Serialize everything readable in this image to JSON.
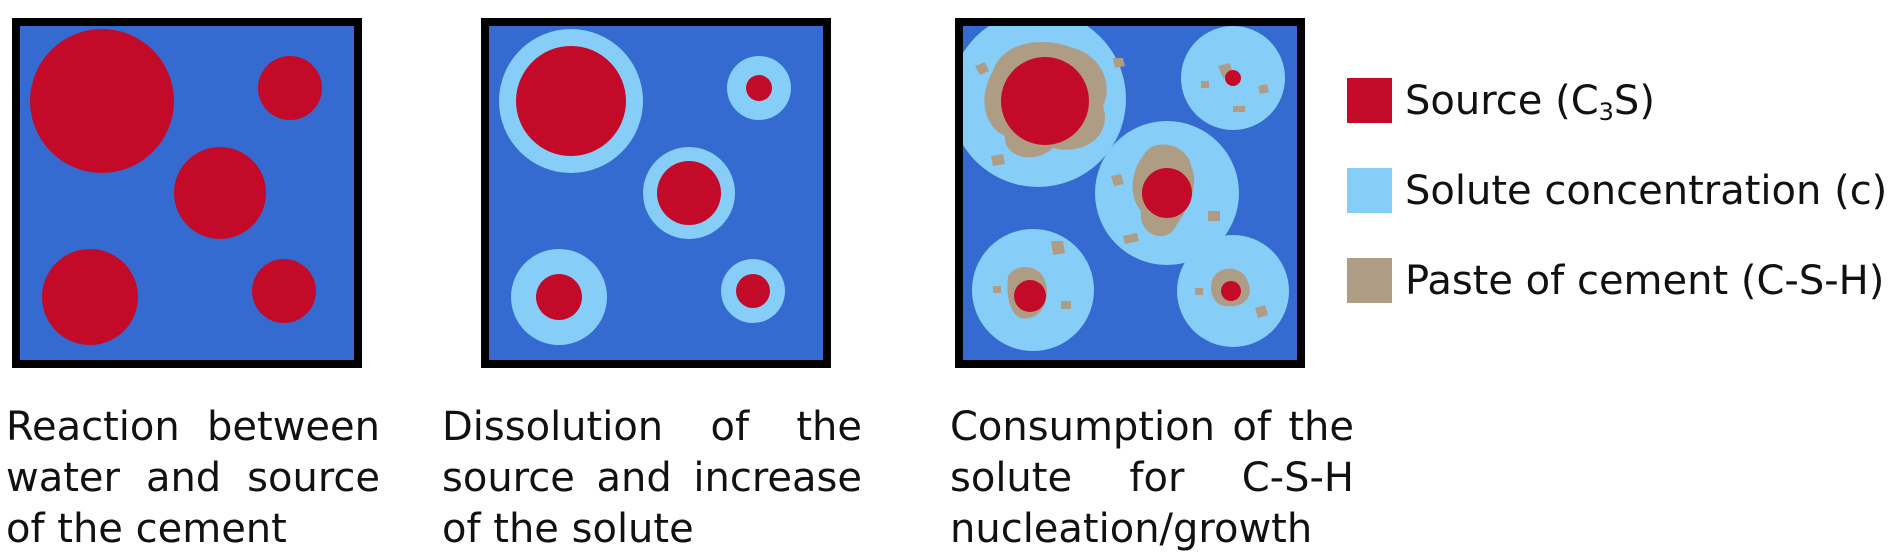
{
  "colors": {
    "water": "#356bd0",
    "source": "#c30a28",
    "solute": "#86cdf8",
    "paste": "#ae9d84",
    "frame": "#000000"
  },
  "panels": [
    {
      "caption_lines": [
        "Reaction between",
        "water and source",
        "of the cement"
      ]
    },
    {
      "caption_lines": [
        "Dissolution of the",
        "source and increase",
        "of the solute"
      ]
    },
    {
      "caption_lines": [
        "Consumption of the",
        "solute for C-S-H",
        "nucleation/growth"
      ]
    }
  ],
  "legend": {
    "source": {
      "label_prefix": "Source (C",
      "subscript": "3",
      "label_suffix": "S)"
    },
    "solute": {
      "label": "Solute concentration (c)"
    },
    "paste": {
      "label": "Paste of cement (C-S-H)"
    }
  }
}
